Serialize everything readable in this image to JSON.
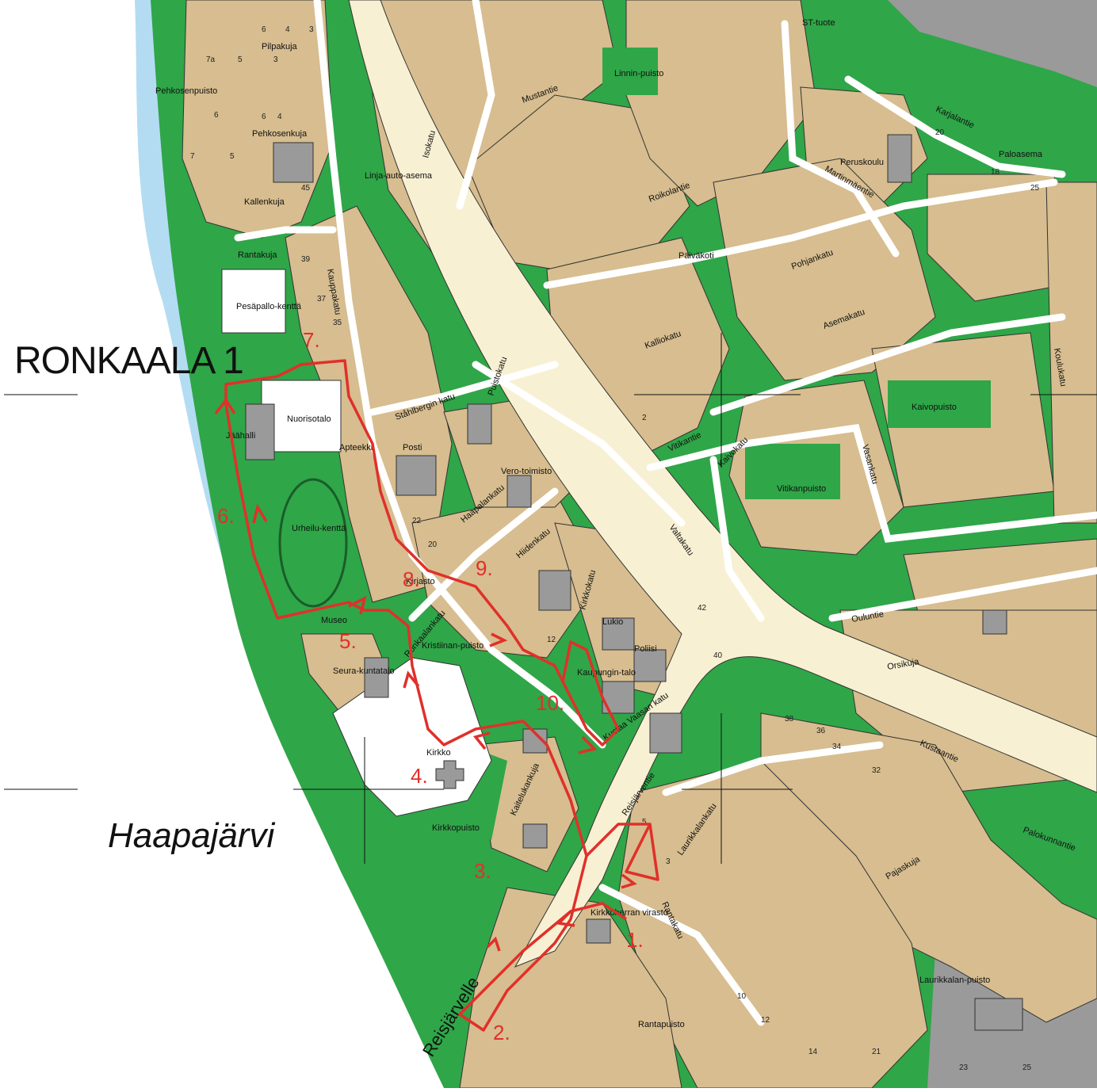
{
  "map_title": "RONKAALA 1",
  "lake_name": "Haapajärvi",
  "street_label": "Reisjärvelle",
  "colors": {
    "water": "#b3dcf2",
    "park": "#2fa648",
    "lot": "#d7bd8f",
    "building": "#9a9a9a",
    "road": "#ffffff",
    "main_road": "#f8f0d2",
    "route": "#e0302a",
    "plot_line": "#333333"
  },
  "route_steps": [
    "1.",
    "2.",
    "3.",
    "4.",
    "5.",
    "6.",
    "7.",
    "8.",
    "9.",
    "10."
  ],
  "places": [
    "Pehkosenpuisto",
    "Pehkosenkuja",
    "Pilpakuja",
    "Kallenkuja",
    "Rantakuja",
    "Pesäpallo-kenttä",
    "Nuorisotalo",
    "Jäähalli",
    "Urheilu-kenttä",
    "Museo",
    "Seura-kuntatalo",
    "Kristiinan-puisto",
    "Kirkko",
    "Kirkkopuisto",
    "Kirkkoherran virasto",
    "Rantapuisto",
    "Posti",
    "Vero-toimisto",
    "Kirjasto",
    "Lukio",
    "Poliisi",
    "Kaupungin-talo",
    "Linnin-puisto",
    "Päiväkoti",
    "Peruskoulu",
    "Paloasema",
    "ST-tuote",
    "Kaivopuisto",
    "Vitikanpuisto",
    "Laurikkalan-puisto",
    "Linja-auto-asema",
    "Apteekki"
  ],
  "streets": [
    "Kauppakatu",
    "Puistokatu",
    "Ståhlbergin katu",
    "Haapalankatu",
    "Hiidenkatu",
    "Ronkaalankatu",
    "Kirkkokatu",
    "Kustaa Vaasan katu",
    "Valtakatu",
    "Ouluntie",
    "Vitikantie",
    "Kaivokatu",
    "Vasankatu",
    "Asemakatu",
    "Koulukatu",
    "Martinmäentie",
    "Pohjankatu",
    "Roikolantie",
    "Isokatu",
    "Mustantie",
    "Karjalantie",
    "Kalliokatu",
    "Orsikuja",
    "Pajaskuja",
    "Rantakatu",
    "Laurikkalankatu",
    "Reisjärventie",
    "Kaitelukankuja",
    "Palokunnantie",
    "Kustaantie"
  ]
}
